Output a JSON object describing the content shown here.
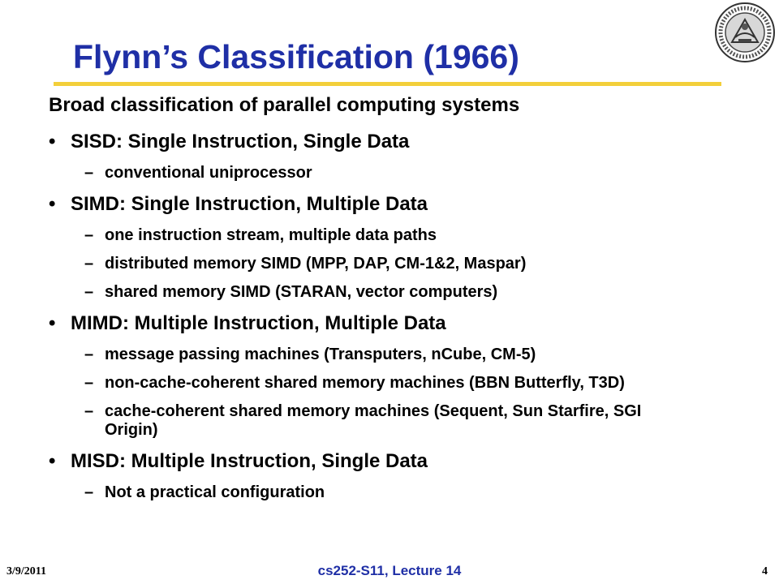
{
  "slide": {
    "title": "Flynn’s Classification (1966)",
    "subtitle": "Broad classification of parallel computing systems",
    "bullets": [
      {
        "text": "SISD: Single Instruction, Single Data",
        "subs": [
          "conventional uniprocessor"
        ]
      },
      {
        "text": "SIMD: Single Instruction, Multiple Data",
        "subs": [
          "one instruction stream, multiple data paths",
          "distributed memory SIMD (MPP, DAP, CM-1&2, Maspar)",
          "shared memory SIMD (STARAN, vector computers)"
        ]
      },
      {
        "text": "MIMD: Multiple Instruction, Multiple Data",
        "subs": [
          "message passing machines (Transputers, nCube, CM-5)",
          "non-cache-coherent shared memory machines (BBN Butterfly, T3D)",
          "cache-coherent shared memory machines (Sequent, Sun Starfire, SGI Origin)"
        ]
      },
      {
        "text": "MISD: Multiple Instruction, Single Data",
        "subs": [
          "Not a practical configuration"
        ]
      }
    ],
    "bullet_mark": "•",
    "sub_mark": "–"
  },
  "footer": {
    "date": "3/9/2011",
    "course": "cs252-S11, Lecture 14",
    "page": "4"
  },
  "colors": {
    "title": "#1f2fa6",
    "rule": "#f3cf3a",
    "seal": "#8a8a8a"
  },
  "icons": {
    "seal": "university-seal-icon"
  }
}
